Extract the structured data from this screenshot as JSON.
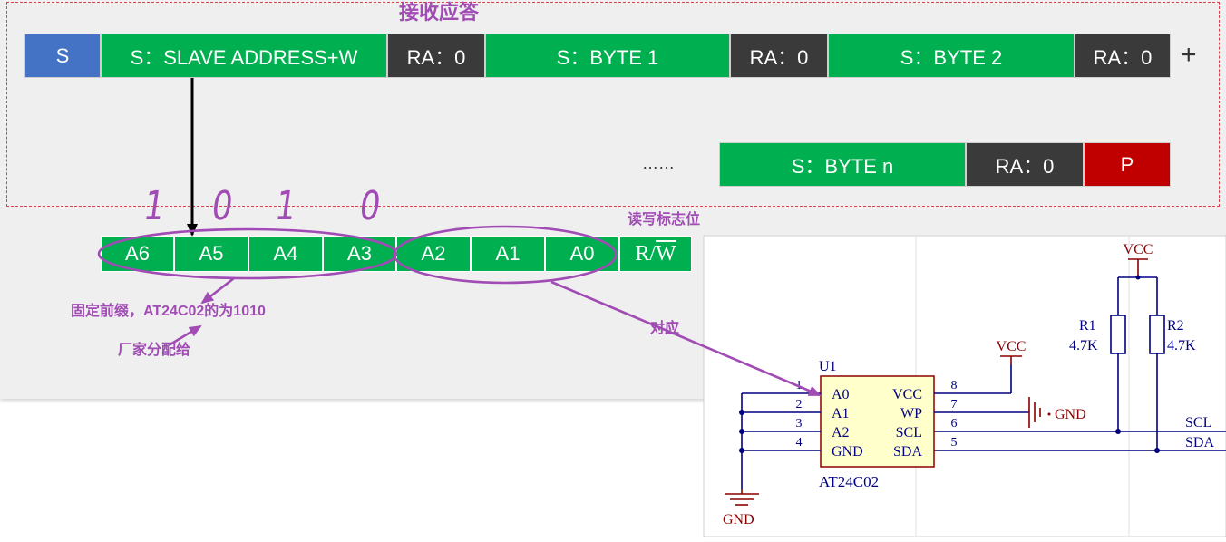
{
  "title": "接收应答",
  "row1": [
    {
      "label": "S"
    },
    {
      "label": "S：SLAVE ADDRESS+W"
    },
    {
      "label": "RA：0"
    },
    {
      "label": "S：BYTE 1"
    },
    {
      "label": "RA：0"
    },
    {
      "label": "S：BYTE 2"
    },
    {
      "label": "RA：0"
    }
  ],
  "row1_continuation": "+",
  "row2_ellipsis": "……",
  "row2": [
    {
      "label": "S：BYTE n"
    },
    {
      "label": "RA：0"
    },
    {
      "label": "P"
    }
  ],
  "handwritten_prefix": [
    "1",
    "0",
    "1",
    "0"
  ],
  "address_byte": {
    "bits": [
      "A6",
      "A5",
      "A4",
      "A3",
      "A2",
      "A1",
      "A0"
    ],
    "rw_bit": {
      "prefix": "R/",
      "overlined": "W"
    }
  },
  "annotations": {
    "rw_flag": "读写标志位",
    "fixed_prefix": "固定前缀，AT24C02的为1010",
    "vendor_assigned": "厂家分配给",
    "corresponds": "对应"
  },
  "schematic": {
    "chip": {
      "ref": "U1",
      "part": "AT24C02"
    },
    "left_pins": [
      {
        "num": "1",
        "name": "A0"
      },
      {
        "num": "2",
        "name": "A1"
      },
      {
        "num": "3",
        "name": "A2"
      },
      {
        "num": "4",
        "name": "GND"
      }
    ],
    "right_pins": [
      {
        "num": "8",
        "name": "VCC"
      },
      {
        "num": "7",
        "name": "WP"
      },
      {
        "num": "6",
        "name": "SCL"
      },
      {
        "num": "5",
        "name": "SDA"
      }
    ],
    "power": {
      "pullup_vcc": "VCC",
      "chip_vcc": "VCC",
      "wp_gnd": "GND",
      "chip_gnd": "GND"
    },
    "resistors": [
      {
        "ref": "R1",
        "value": "4.7K"
      },
      {
        "ref": "R2",
        "value": "4.7K"
      }
    ],
    "nets": {
      "scl": "SCL",
      "sda": "SDA"
    }
  },
  "colors": {
    "start_bit": "#4472c4",
    "master_send": "#00b050",
    "ack": "#3a3a3a",
    "stop_bit": "#c00000",
    "annotation": "#a04cb4",
    "frame_dash": "#e0404a",
    "wire": "#000080",
    "power": "#8b0000",
    "chip_fill": "#ffffcc"
  }
}
